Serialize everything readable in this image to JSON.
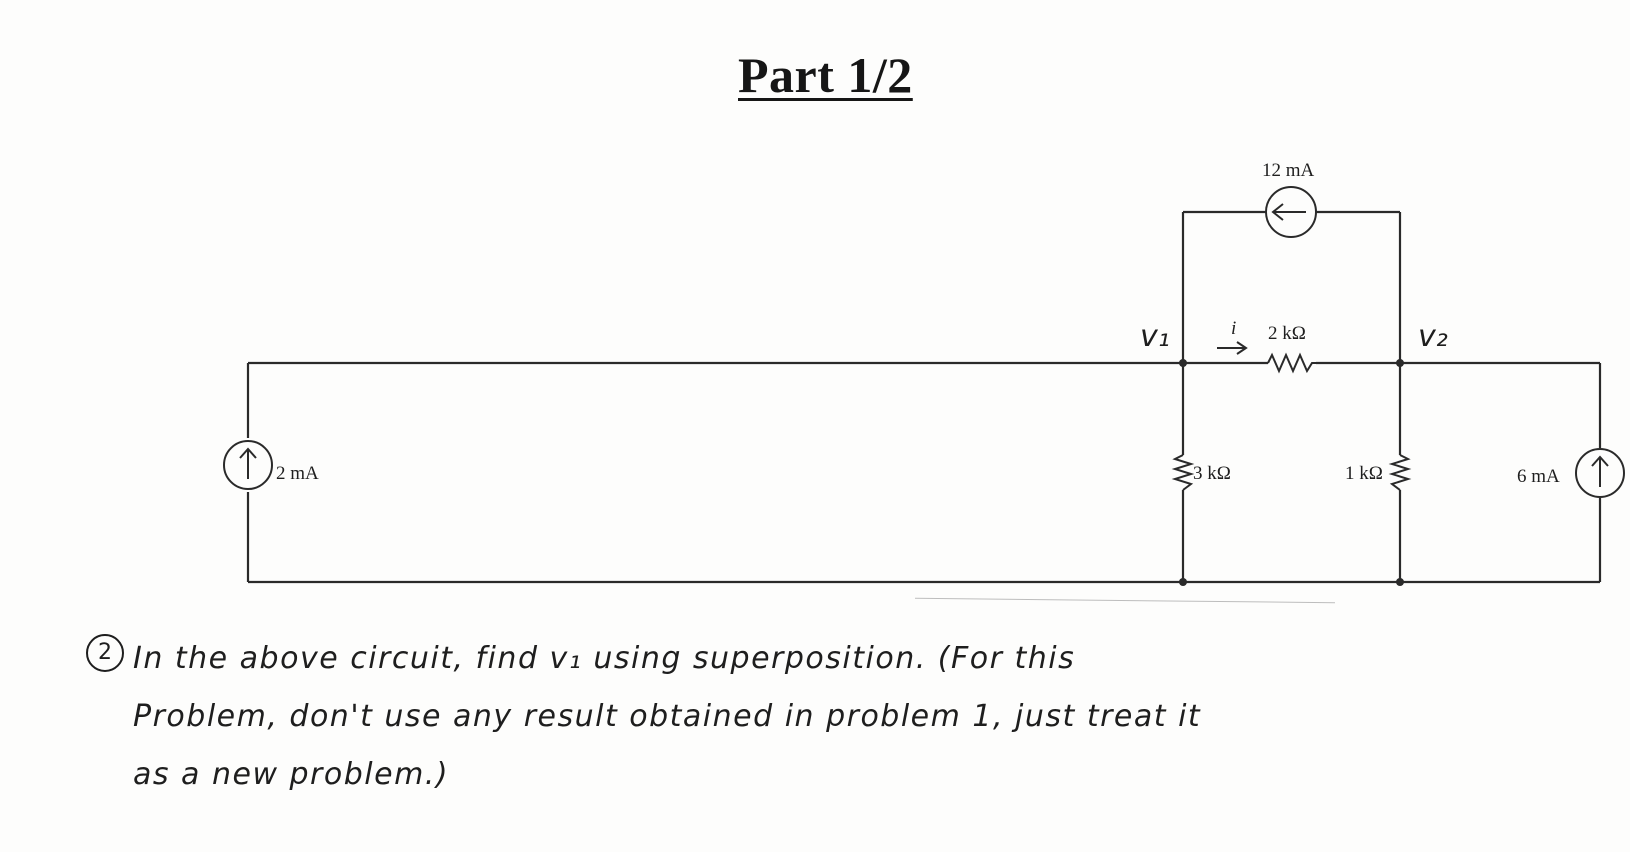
{
  "title": "Part 1/2",
  "circuit": {
    "sources": {
      "top": "12 mA",
      "left": "2 mA",
      "right": "6 mA"
    },
    "resistors": {
      "top": "2 kΩ",
      "middle_left": "3 kΩ",
      "middle_right": "1 kΩ"
    },
    "current_label": "i",
    "node_labels": {
      "v1": "v₁",
      "v2": "v₂"
    }
  },
  "problem": {
    "number": "2",
    "lines": [
      "In the above circuit, find v₁ using superposition. (For this",
      "Problem, don't use any result obtained in problem 1, just treat it",
      "as a new problem.)"
    ]
  }
}
